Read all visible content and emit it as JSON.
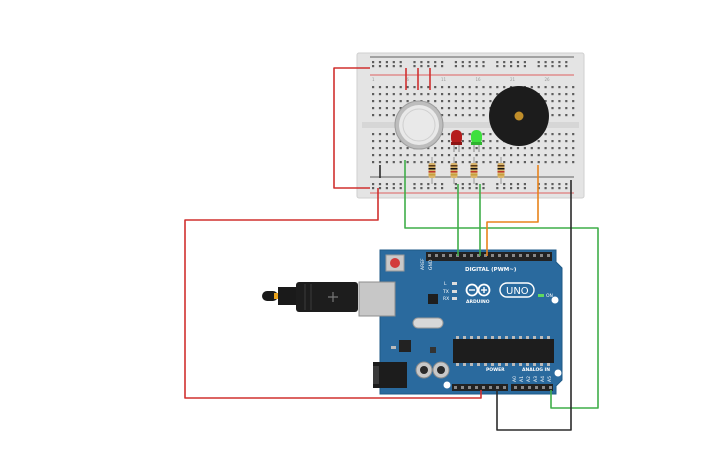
{
  "arduino": {
    "brand_text": "ARDUINO",
    "model_text": "UNO",
    "digital_header_label": "DIGITAL (PWM~)",
    "power_label": "POWER",
    "analog_label": "ANALOG IN",
    "on_led_label": "ON",
    "tx_label": "TX",
    "rx_label": "RX",
    "l_label": "L",
    "aref_label": "AREF",
    "gnd_label": "GND",
    "analog_pins": [
      "A0",
      "A1",
      "A2",
      "A3",
      "A4",
      "A5"
    ]
  },
  "colors": {
    "wire_red": "#d0302f",
    "wire_green": "#3fae49",
    "wire_orange": "#e8831c",
    "wire_black": "#2b2b2b",
    "board_blue": "#2a6a9e",
    "breadboard": "#e6e6e6",
    "led_red": "#b51d1d",
    "led_green": "#3ee03e",
    "buzzer": "#1c1c1c"
  },
  "components": {
    "breadboard": "breadboard",
    "sensor": "gas-sensor",
    "led_1": "red-led",
    "led_2": "green-led",
    "buzzer": "piezo-buzzer",
    "resistor_count": 4,
    "usb_cable": "usb-cable"
  }
}
